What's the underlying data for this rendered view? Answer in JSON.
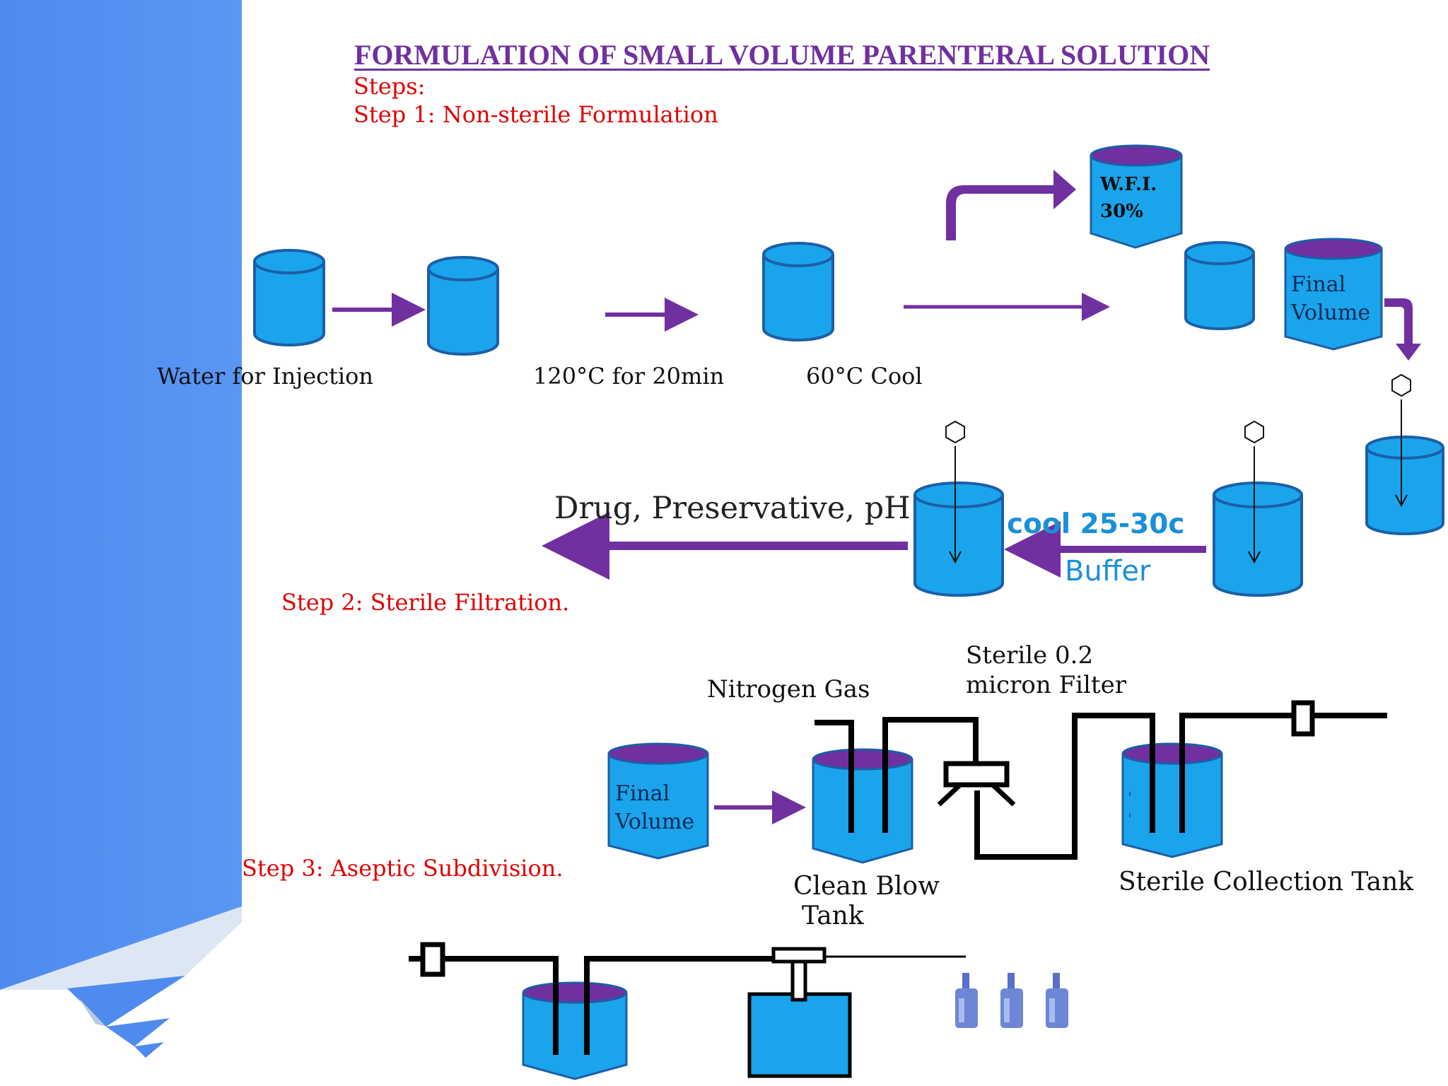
{
  "title": "FORMULATION OF SMALL VOLUME PARENTERAL SOLUTION",
  "steps_heading": "Steps:",
  "step1": {
    "label": "Step 1: Non-sterile Formulation",
    "water": "Water for Injection",
    "heat": "120°C for 20min",
    "cool": "60°C Cool",
    "wfi_line1": "W.F.I.",
    "wfi_line2": "30%",
    "final_line1": "Final",
    "final_line2": "Volume",
    "drug": "Drug, Preservative, pH",
    "cool_range": "cool 25-30c",
    "buffer": "Buffer"
  },
  "step2": {
    "label": "Step 2: Sterile Filtration.",
    "nitrogen": "Nitrogen Gas",
    "filter_line1": "Sterile 0.2",
    "filter_line2": "micron Filter",
    "final_line1": "Final",
    "final_line2": "Volume",
    "blow_line1": "Clean Blow",
    "blow_line2": "Tank",
    "collection": "Sterile Collection Tank"
  },
  "step3": {
    "label": "Step 3: Aseptic Subdivision."
  },
  "colors": {
    "banner": "#5590f0",
    "tank": "#1aa4ec",
    "tank_edge": "#1b5fa8",
    "purple": "#7030a0",
    "red": "#e00000"
  }
}
